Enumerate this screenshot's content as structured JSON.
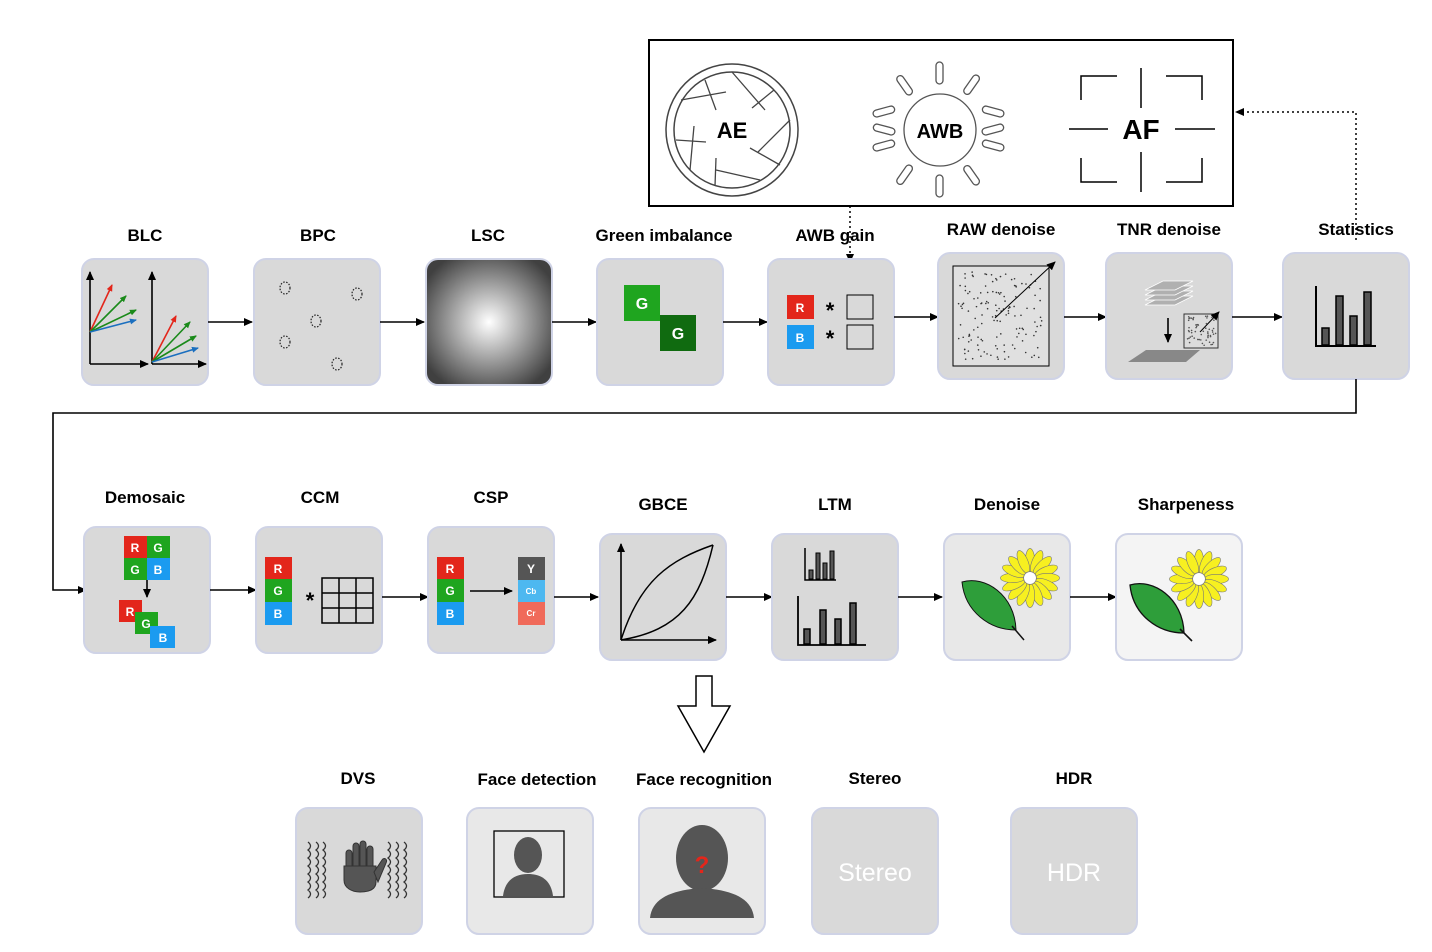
{
  "stats_panel": {
    "ae": "AE",
    "awb": "AWB",
    "af": "AF"
  },
  "row1": {
    "blc": "BLC",
    "bpc": "BPC",
    "lsc": "LSC",
    "green_imbalance": "Green imbalance",
    "awb_gain": "AWB gain",
    "raw_denoise": "RAW denoise",
    "tnr_denoise": "TNR denoise",
    "statistics": "Statistics"
  },
  "row2": {
    "demosaic": "Demosaic",
    "ccm": "CCM",
    "csp": "CSP",
    "gbce": "GBCE",
    "ltm": "LTM",
    "denoise": "Denoise",
    "sharpeness": "Sharpeness"
  },
  "row3": {
    "dvs": "DVS",
    "face_detection": "Face detection",
    "face_recognition": "Face recognition",
    "stereo": "Stereo",
    "hdr": "HDR",
    "stereo_icon_text": "Stereo",
    "hdr_icon_text": "HDR"
  },
  "glyphs": {
    "r": "R",
    "g": "G",
    "b": "B",
    "y": "Y",
    "cb": "Cb",
    "cr": "Cr",
    "star": "*",
    "question": "?"
  },
  "colors": {
    "red": "#e3261b",
    "green": "#1fa51f",
    "dark_green": "#106b10",
    "blue": "#1b9bf0",
    "cyan": "#4db8f0",
    "salmon": "#f06a5a",
    "gray_y": "#555555",
    "leaf": "#2e9e3a",
    "flower": "#f7f020"
  }
}
